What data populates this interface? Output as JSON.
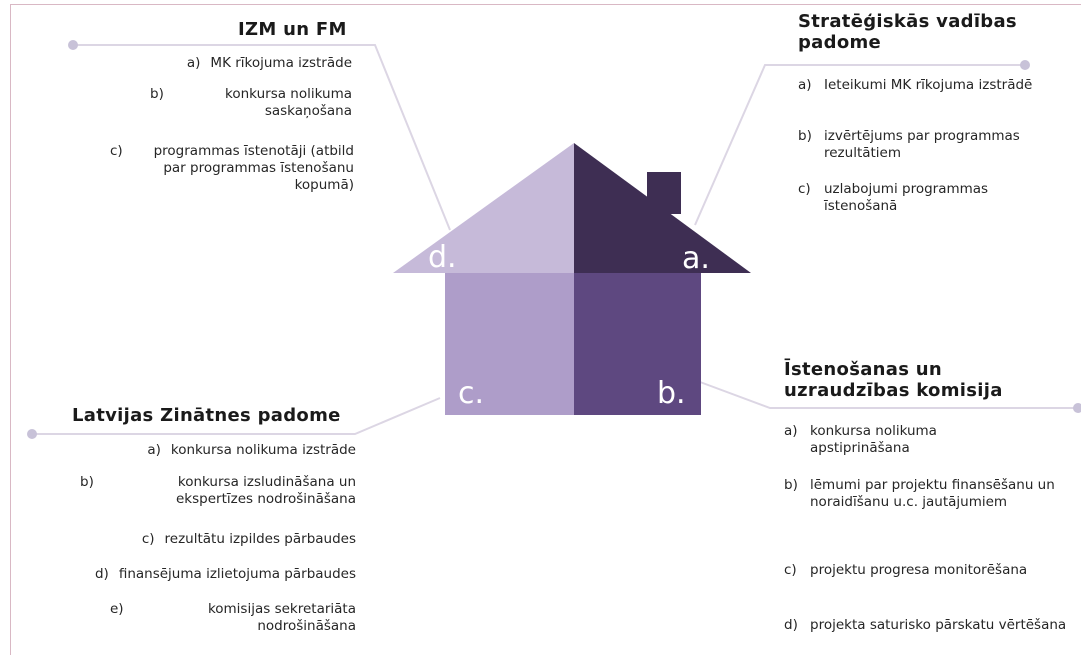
{
  "colors": {
    "roof_left": "#c6bad9",
    "roof_right": "#3e2e53",
    "wall_bl": "#ae9dc9",
    "wall_br": "#5e4880",
    "connector": "#dcd6e4",
    "dot": "#c8c2d8"
  },
  "house_labels": {
    "a": "a.",
    "b": "b.",
    "c": "c.",
    "d": "d."
  },
  "groups": {
    "izm": {
      "title": "IZM un FM",
      "items": [
        {
          "m": "a)",
          "t": "MK rīkojuma izstrāde"
        },
        {
          "m": "b)",
          "t": "konkursa nolikuma saskaņošana"
        },
        {
          "m": "c)",
          "t": "programmas īstenotāji (atbild par programmas īstenošanu kopumā)"
        }
      ]
    },
    "svp": {
      "title": "Stratēģiskās vadības padome",
      "items": [
        {
          "m": "a)",
          "t": "Ieteikumi MK rīkojuma izstrādē"
        },
        {
          "m": "b)",
          "t": "izvērtējums par programmas rezultātiem"
        },
        {
          "m": "c)",
          "t": "uzlabojumi programmas īstenošanā"
        }
      ]
    },
    "lzp": {
      "title": "Latvijas Zinātnes padome",
      "items": [
        {
          "m": "a)",
          "t": "konkursa nolikuma izstrāde"
        },
        {
          "m": "b)",
          "t": "konkursa izsludināšana un ekspertīzes nodrošināšana"
        },
        {
          "m": "c)",
          "t": "rezultātu izpildes pārbaudes"
        },
        {
          "m": "d)",
          "t": "finansējuma izlietojuma pārbaudes"
        },
        {
          "m": "e)",
          "t": "komisijas sekretariāta nodrošināšana"
        }
      ]
    },
    "iuk": {
      "title": "Īstenošanas un uzraudzības komisija",
      "items": [
        {
          "m": "a)",
          "t": "konkursa nolikuma apstiprināšana"
        },
        {
          "m": "b)",
          "t": "lēmumi par projektu finansēšanu un noraidīšanu u.c. jautājumiem"
        },
        {
          "m": "c)",
          "t": "projektu progresa monitorēšana"
        },
        {
          "m": "d)",
          "t": "projekta saturisko pārskatu vērtēšana"
        }
      ]
    }
  }
}
